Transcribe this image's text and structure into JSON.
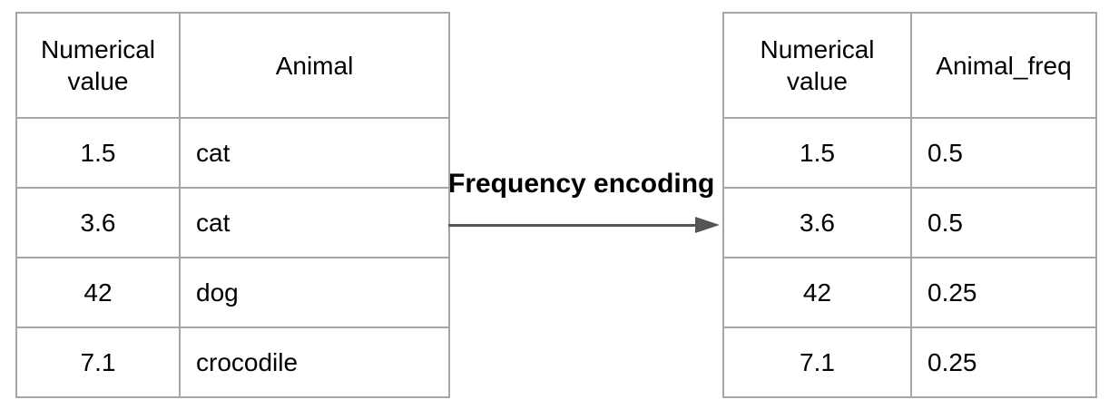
{
  "left_table": {
    "headers": [
      "Numerical value",
      "Animal"
    ],
    "rows": [
      [
        "1.5",
        "cat"
      ],
      [
        "3.6",
        "cat"
      ],
      [
        "42",
        "dog"
      ],
      [
        "7.1",
        "crocodile"
      ]
    ]
  },
  "right_table": {
    "headers": [
      "Numerical value",
      "Animal_freq"
    ],
    "rows": [
      [
        "1.5",
        "0.5"
      ],
      [
        "3.6",
        "0.5"
      ],
      [
        "42",
        "0.25"
      ],
      [
        "7.1",
        "0.25"
      ]
    ]
  },
  "arrow": {
    "label": "Frequency encoding",
    "direction": "right"
  },
  "colors": {
    "border": "#a6a6a6",
    "text": "#000000",
    "arrow": "#555555",
    "background": "#ffffff"
  }
}
